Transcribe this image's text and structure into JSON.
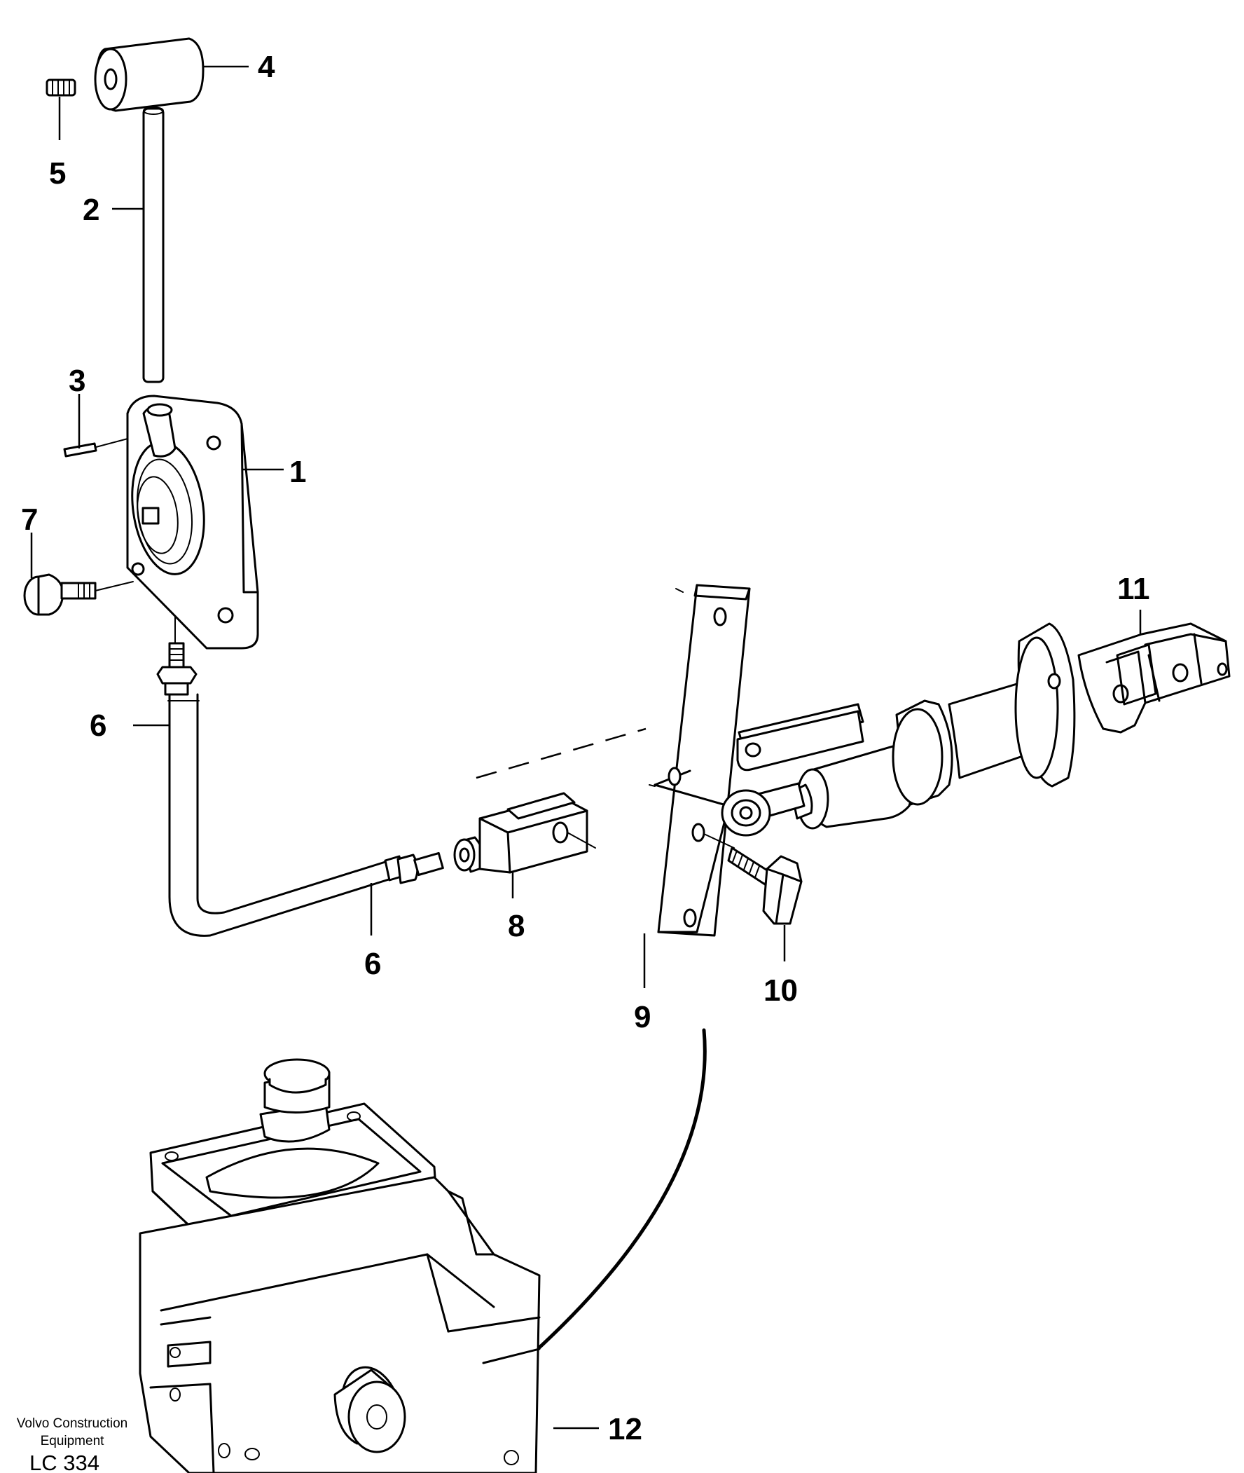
{
  "callouts": {
    "c1": "1",
    "c2": "2",
    "c3": "3",
    "c4": "4",
    "c5": "5",
    "c6a": "6",
    "c6b": "6",
    "c7": "7",
    "c8": "8",
    "c9": "9",
    "c10": "10",
    "c11": "11",
    "c12": "12"
  },
  "credit": {
    "line1": "Volvo Construction",
    "line2": "Equipment",
    "code": "LC 334"
  }
}
